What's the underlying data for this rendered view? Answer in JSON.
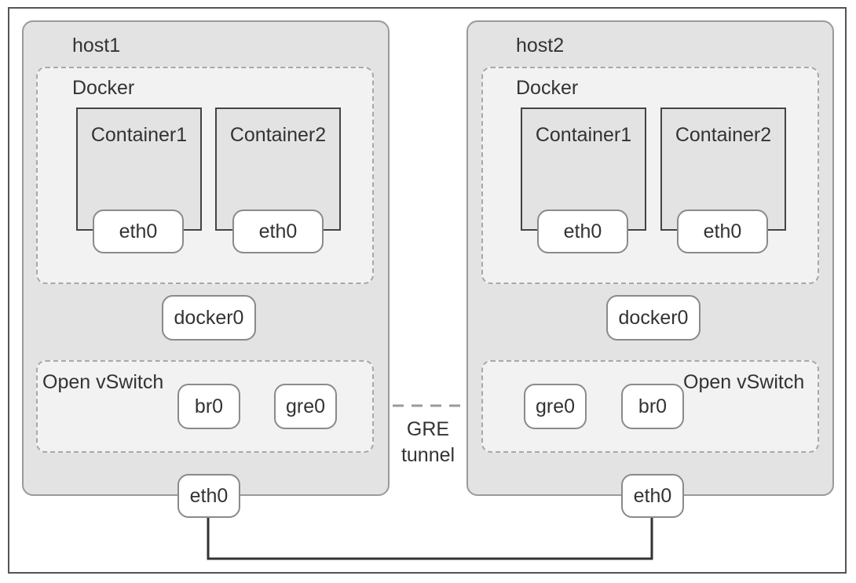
{
  "host1": {
    "title": "host1",
    "docker_label": "Docker",
    "container1": "Container1",
    "container2": "Container2",
    "container1_iface": "eth0",
    "container2_iface": "eth0",
    "bridge": "docker0",
    "ovs_label": "Open vSwitch",
    "ovs_bridge": "br0",
    "gre_port": "gre0",
    "host_iface": "eth0"
  },
  "host2": {
    "title": "host2",
    "docker_label": "Docker",
    "container1": "Container1",
    "container2": "Container2",
    "container1_iface": "eth0",
    "container2_iface": "eth0",
    "bridge": "docker0",
    "ovs_label": "Open vSwitch",
    "ovs_bridge": "br0",
    "gre_port": "gre0",
    "host_iface": "eth0"
  },
  "tunnel": {
    "line1": "GRE",
    "line2": "tunnel"
  }
}
